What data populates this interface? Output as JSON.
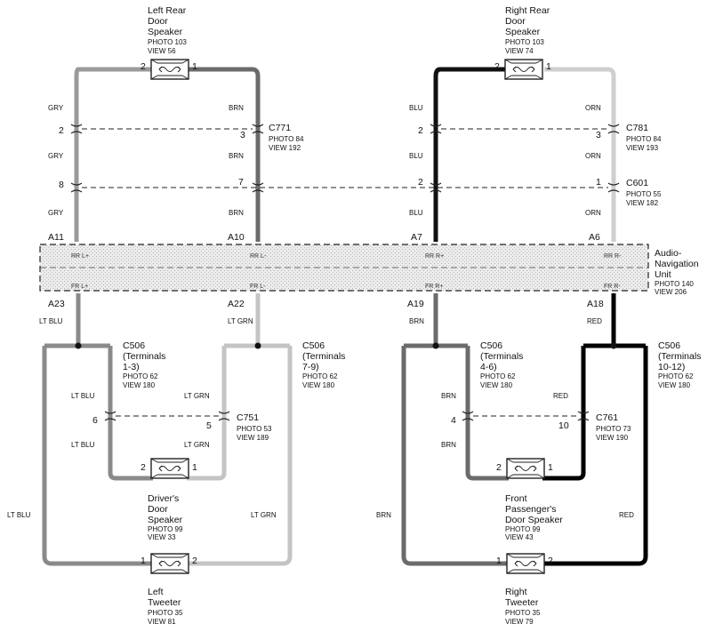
{
  "colors": {
    "gray": "#9a9a9a",
    "brown": "#6b6b6b",
    "blue": "#111111",
    "orange": "#cfcfcf",
    "lt_blue": "#8a8a8a",
    "lt_green": "#c4c4c4",
    "red": "#000000",
    "outline": "#222222"
  },
  "speakers": {
    "left_rear": {
      "lines": [
        "Left Rear",
        "Door",
        "Speaker"
      ],
      "photo": "PHOTO 103",
      "view": "VIEW 56",
      "pin_left": "2",
      "pin_right": "1"
    },
    "right_rear": {
      "lines": [
        "Right Rear",
        "Door",
        "Speaker"
      ],
      "photo": "PHOTO 103",
      "view": "VIEW 74",
      "pin_left": "2",
      "pin_right": "1"
    },
    "driver_door": {
      "lines": [
        "Driver's",
        "Door",
        "Speaker"
      ],
      "photo": "PHOTO 99",
      "view": "VIEW 33",
      "pin_left": "2",
      "pin_right": "1"
    },
    "front_passenger_door": {
      "lines": [
        "Front",
        "Passenger's",
        "Door Speaker"
      ],
      "photo": "PHOTO 99",
      "view": "VIEW 43",
      "pin_left": "2",
      "pin_right": "1"
    },
    "left_tweeter": {
      "lines": [
        "Left",
        "Tweeter"
      ],
      "photo": "PHOTO 35",
      "view": "VIEW 81",
      "pin_left": "1",
      "pin_right": "2"
    },
    "right_tweeter": {
      "lines": [
        "Right",
        "Tweeter"
      ],
      "photo": "PHOTO 35",
      "view": "VIEW 79",
      "pin_left": "1",
      "pin_right": "2"
    }
  },
  "connectors": {
    "c771": {
      "name": "C771",
      "photo": "PHOTO 84",
      "view": "VIEW 192",
      "pin_left": "2",
      "pin_right": "3"
    },
    "c781": {
      "name": "C781",
      "photo": "PHOTO 84",
      "view": "VIEW 193",
      "pin_left": "2",
      "pin_right": "3"
    },
    "c601": {
      "name": "C601",
      "photo": "PHOTO 55",
      "view": "VIEW 182",
      "pins": [
        "8",
        "7",
        "2",
        "1"
      ]
    },
    "c751": {
      "name": "C751",
      "photo": "PHOTO 53",
      "view": "VIEW 189",
      "pin_left": "6",
      "pin_right": "5"
    },
    "c761": {
      "name": "C761",
      "photo": "PHOTO 73",
      "view": "VIEW 190",
      "pin_left": "4",
      "pin_right": "10"
    },
    "c506_1": {
      "lines": [
        "C506",
        "(Terminals",
        "1-3)"
      ],
      "photo": "PHOTO 62",
      "view": "VIEW 180"
    },
    "c506_2": {
      "lines": [
        "C506",
        "(Terminals",
        "7-9)"
      ],
      "photo": "PHOTO 62",
      "view": "VIEW 180"
    },
    "c506_3": {
      "lines": [
        "C506",
        "(Terminals",
        "4-6)"
      ],
      "photo": "PHOTO 62",
      "view": "VIEW 180"
    },
    "c506_4": {
      "lines": [
        "C506",
        "(Terminals",
        "10-12)"
      ],
      "photo": "PHOTO 62",
      "view": "VIEW 180"
    }
  },
  "unit": {
    "lines": [
      "Audio-",
      "Navigation",
      "Unit"
    ],
    "photo": "PHOTO 140",
    "view": "VIEW 206",
    "terminals_top": [
      "A11",
      "A10",
      "A7",
      "A6"
    ],
    "terminals_bottom": [
      "A23",
      "A22",
      "A19",
      "A18"
    ],
    "signals_top": [
      "RR L+",
      "RR L-",
      "RR R+",
      "RR R-"
    ],
    "signals_bottom": [
      "FR L+",
      "FR L-",
      "FR R+",
      "FR R-"
    ]
  },
  "wire_labels": {
    "left_rear_pos": [
      "GRY",
      "GRY",
      "GRY"
    ],
    "left_rear_neg": [
      "BRN",
      "BRN",
      "BRN"
    ],
    "right_rear_pos": [
      "BLU",
      "BLU",
      "BLU"
    ],
    "right_rear_neg": [
      "ORN",
      "ORN",
      "ORN"
    ],
    "a23": "LT BLU",
    "a22": "LT GRN",
    "a19": "BRN",
    "a18": "RED",
    "driver_pos": [
      "LT BLU",
      "LT BLU"
    ],
    "driver_neg": [
      "LT GRN",
      "LT GRN"
    ],
    "pass_pos": [
      "BRN",
      "BRN"
    ],
    "pass_neg": [
      "RED"
    ],
    "left_tweeter_pos": "LT BLU",
    "left_tweeter_neg": "LT GRN",
    "right_tweeter_pos": "BRN",
    "right_tweeter_neg": "RED"
  }
}
